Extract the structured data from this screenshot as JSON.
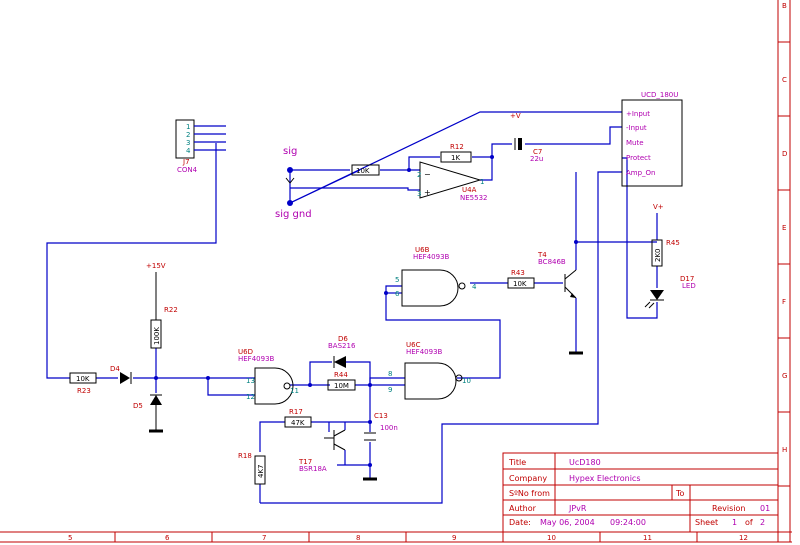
{
  "frame": {
    "col_labels": [
      "5",
      "6",
      "7",
      "8",
      "9",
      "10",
      "11",
      "12"
    ],
    "row_labels": [
      "B",
      "C",
      "D",
      "E",
      "F",
      "G",
      "H"
    ]
  },
  "connector": {
    "ref": "J7",
    "value": "CON4",
    "pins": [
      "1",
      "2",
      "3",
      "4"
    ]
  },
  "nets": {
    "sig": "sig",
    "sig_gnd": "sig gnd",
    "p15v": "+15V",
    "vplus": "V+",
    "vplus2": "+V"
  },
  "resistors": {
    "r23": {
      "ref": "R23",
      "value": "10K"
    },
    "r22": {
      "ref": "R22",
      "value": "100K"
    },
    "r44": {
      "ref": "R44",
      "value": "10M"
    },
    "r17": {
      "ref": "R17",
      "value": "47K"
    },
    "r18": {
      "ref": "R18",
      "value": "4K7"
    },
    "r12": {
      "ref": "R12",
      "value": "1K"
    },
    "r43": {
      "ref": "R43",
      "value": "10K"
    },
    "r45": {
      "ref": "R45",
      "value": "2K0"
    },
    "rin": {
      "value": "10K"
    }
  },
  "diodes": {
    "d4": {
      "ref": "D4"
    },
    "d5": {
      "ref": "D5"
    },
    "d6": {
      "ref": "D6",
      "value": "BAS216"
    },
    "d17": {
      "ref": "D17",
      "value": "LED"
    }
  },
  "caps": {
    "c13": {
      "ref": "C13",
      "value": "100n"
    },
    "c7": {
      "ref": "C7",
      "value": "22u"
    }
  },
  "transistors": {
    "t17": {
      "ref": "T17",
      "value": "BSR18A"
    },
    "t4": {
      "ref": "T4",
      "value": "BC846B"
    }
  },
  "gates": {
    "u6d": {
      "ref": "U6D",
      "value": "HEF4093B",
      "pin_a": "13",
      "pin_b": "12",
      "pin_out": "11"
    },
    "u6c": {
      "ref": "U6C",
      "value": "HEF4093B",
      "pin_a": "8",
      "pin_b": "9",
      "pin_out": "10"
    },
    "u6b": {
      "ref": "U6B",
      "value": "HEF4093B",
      "pin_a": "5",
      "pin_b": "6",
      "pin_out": "4"
    }
  },
  "opamp": {
    "ref": "U4A",
    "value": "NE5532",
    "pin_p": "3",
    "pin_n": "2",
    "pin_out": "1"
  },
  "module": {
    "name": "UCD_180U",
    "pins": [
      "+Input",
      "-Input",
      "Mute",
      "Protect",
      "Amp_On"
    ]
  },
  "titleblock": {
    "title_label": "Title",
    "title": "UcD180",
    "company_label": "Company",
    "company": "Hypex Electronics",
    "sno_label": "SºNo from",
    "to_label": "To",
    "author_label": "Author",
    "author": "JPvR",
    "revision_label": "Revision",
    "revision": "01",
    "date_label": "Date:",
    "date": "May 06, 2004",
    "time": "09:24:00",
    "sheet_label": "Sheet",
    "sheet": "1",
    "of_label": "of",
    "sheets": "2"
  }
}
